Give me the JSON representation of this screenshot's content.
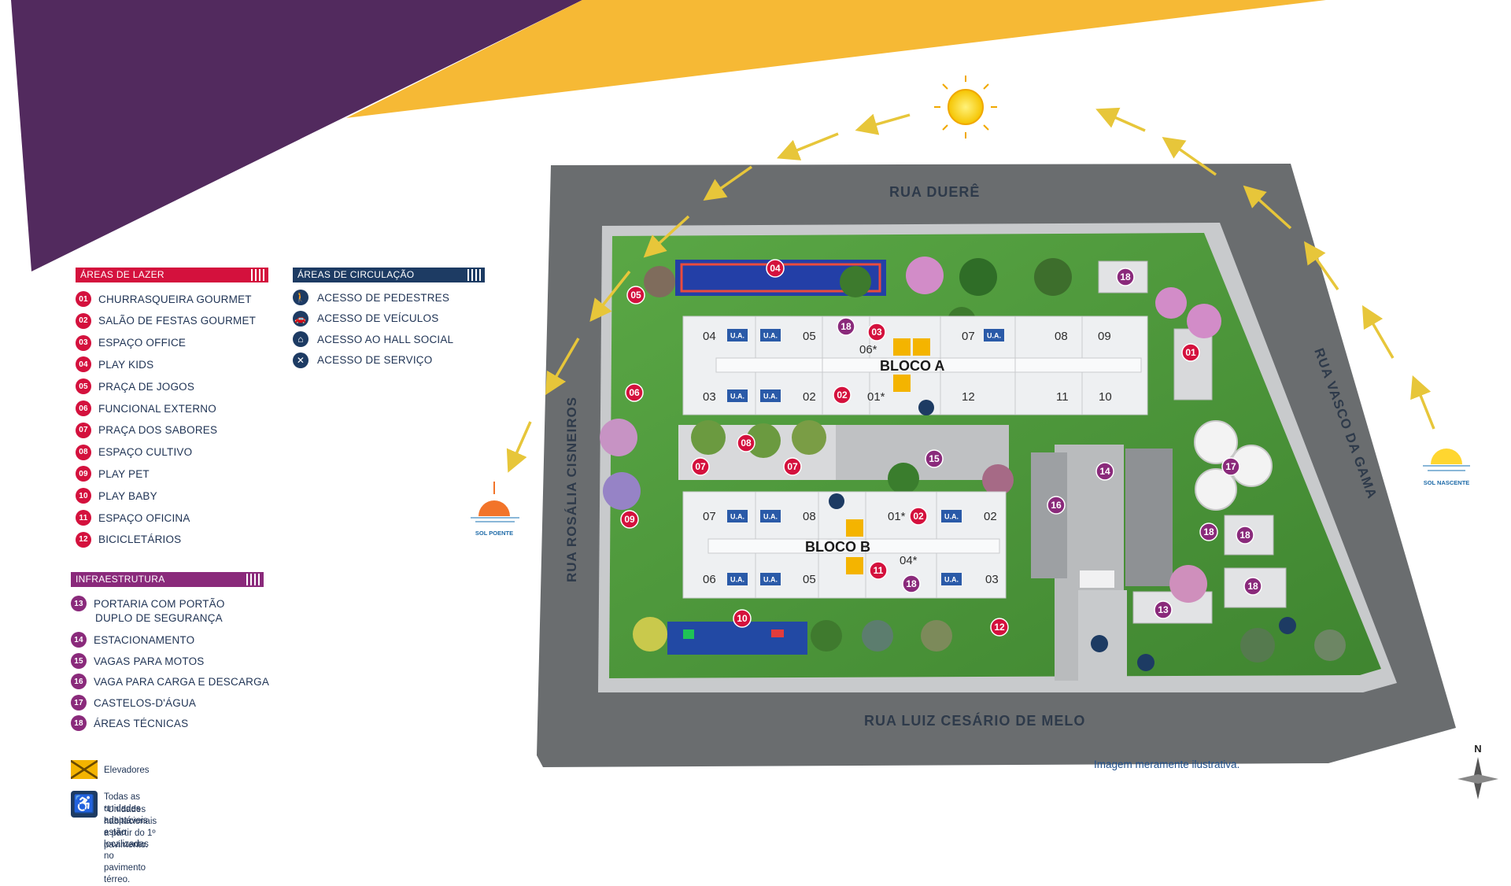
{
  "streets": {
    "top": "RUA DUERÊ",
    "left": "RUA ROSÁLIA CISNEIROS",
    "right": "RUA VASCO DA GAMA",
    "bottom": "RUA LUIZ CESÁRIO DE MELO"
  },
  "sun": {
    "poente": "SOL POENTE",
    "nascente": "SOL NASCENTE"
  },
  "legend": {
    "lazer": {
      "title": "ÁREAS DE LAZER",
      "items": [
        {
          "n": "01",
          "label": "CHURRASQUEIRA GOURMET"
        },
        {
          "n": "02",
          "label": "SALÃO DE FESTAS GOURMET"
        },
        {
          "n": "03",
          "label": "ESPAÇO OFFICE"
        },
        {
          "n": "04",
          "label": "PLAY KIDS"
        },
        {
          "n": "05",
          "label": "PRAÇA DE JOGOS"
        },
        {
          "n": "06",
          "label": "FUNCIONAL EXTERNO"
        },
        {
          "n": "07",
          "label": "PRAÇA DOS SABORES"
        },
        {
          "n": "08",
          "label": "ESPAÇO CULTIVO"
        },
        {
          "n": "09",
          "label": "PLAY PET"
        },
        {
          "n": "10",
          "label": "PLAY BABY"
        },
        {
          "n": "11",
          "label": "ESPAÇO OFICINA"
        },
        {
          "n": "12",
          "label": "BICICLETÁRIOS"
        }
      ]
    },
    "circulacao": {
      "title": "ÁREAS DE CIRCULAÇÃO",
      "items": [
        {
          "icon": "pedestrian-icon",
          "label": "ACESSO DE PEDESTRES"
        },
        {
          "icon": "vehicle-icon",
          "label": "ACESSO DE VEÍCULOS"
        },
        {
          "icon": "hall-icon",
          "label": "ACESSO AO HALL SOCIAL"
        },
        {
          "icon": "service-icon",
          "label": "ACESSO DE SERVIÇO"
        }
      ]
    },
    "infra": {
      "title": "INFRAESTRUTURA",
      "items": [
        {
          "n": "13",
          "label": "PORTARIA COM PORTÃO",
          "label2": "DUPLO DE SEGURANÇA"
        },
        {
          "n": "14",
          "label": "ESTACIONAMENTO"
        },
        {
          "n": "15",
          "label": "VAGAS PARA MOTOS"
        },
        {
          "n": "16",
          "label": "VAGA PARA CARGA E DESCARGA"
        },
        {
          "n": "17",
          "label": "CASTELOS-D'ÁGUA"
        },
        {
          "n": "18",
          "label": "ÁREAS TÉCNICAS"
        }
      ]
    },
    "elevators": "Elevadores",
    "note1": "Todas as unidades adaptáveis estão localizadas no pavimento térreo.",
    "note2": "*Unidades habitacionais a partir do 1º pavimento."
  },
  "disclaimer": "Imagem meramente ilustrativa.",
  "compass": "N",
  "blocks": {
    "a": "BLOCO A",
    "b": "BLOCO B"
  },
  "ua": "U.A.",
  "units": {
    "a_top": [
      "04",
      "05",
      "06*",
      "07",
      "08",
      "09"
    ],
    "a_bot": [
      "03",
      "02",
      "01*",
      "12",
      "11",
      "10"
    ],
    "b_top": [
      "07",
      "08",
      "01*",
      "02"
    ],
    "b_bot": [
      "06",
      "05",
      "04*",
      "03"
    ]
  },
  "map_markers": {
    "red": [
      "01",
      "02",
      "03",
      "04",
      "05",
      "06",
      "07",
      "07",
      "08",
      "09",
      "10",
      "11",
      "12",
      "02"
    ],
    "purple": [
      "13",
      "14",
      "15",
      "16",
      "17",
      "18",
      "18",
      "18",
      "18",
      "18",
      "18"
    ]
  },
  "colors": {
    "purple": "#522a5e",
    "yellow": "#f6b935",
    "lazer": "#d4113d",
    "circ": "#1d3b63",
    "infra": "#8a2a7b",
    "grass": "#4f9a3a",
    "road": "#6a6d6f"
  }
}
